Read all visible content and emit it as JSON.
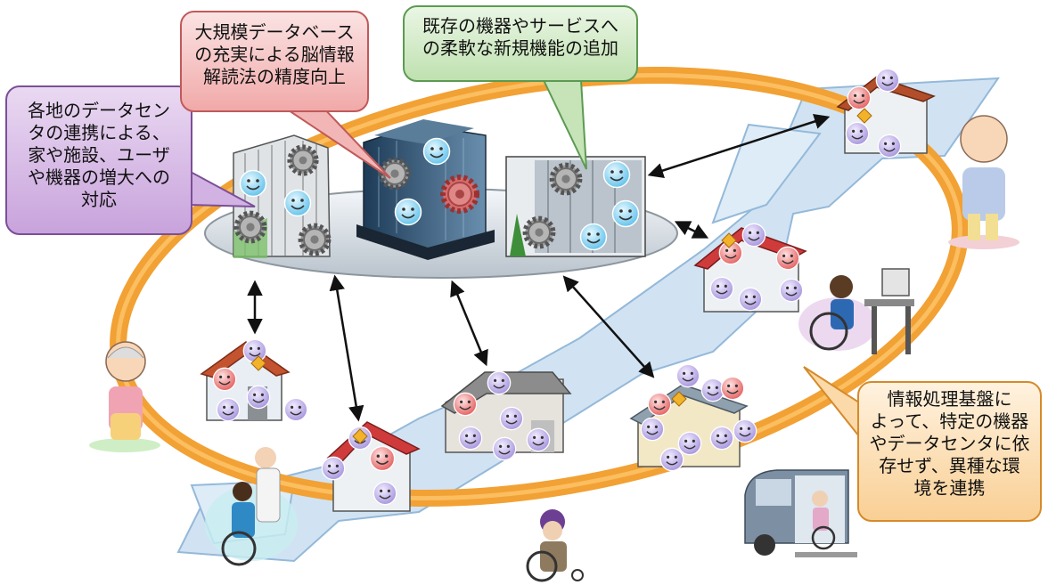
{
  "callouts": {
    "datacenter": {
      "lines": [
        "各地のデータセン",
        "タの連携による、",
        "家や施設、ユーザ",
        "や機器の増大への",
        "対応"
      ]
    },
    "database": {
      "lines": [
        "大規模データベース",
        "の充実による脳情報",
        "解読法の精度向上"
      ]
    },
    "flexible": {
      "lines": [
        "既存の機器やサービスへ",
        "の柔軟な新規機能の追加"
      ]
    },
    "platform": {
      "lines": [
        "情報処理基盤に",
        "よって、特定の機器",
        "やデータセンタに依",
        "存せず、異種な環",
        "境を連携"
      ]
    }
  },
  "colors": {
    "ring": "#f2a134",
    "road": "#c6dcf0",
    "arrow": "#111111",
    "face_blue": "#8fd3f0",
    "face_purple": "#c7b5ec",
    "face_red": "#f08a8a"
  },
  "icons": [
    "gear-icon",
    "smiley-icon",
    "house-icon",
    "building-icon",
    "person-icon",
    "wheelchair-icon",
    "computer-icon",
    "van-icon"
  ]
}
